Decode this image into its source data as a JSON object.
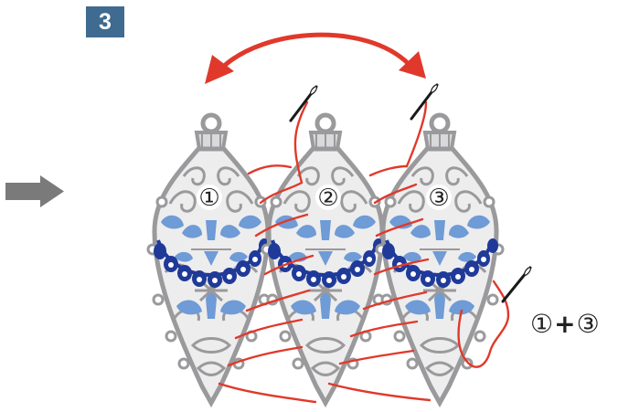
{
  "step": {
    "number": "3"
  },
  "ornaments": [
    {
      "label": "①"
    },
    {
      "label": "②"
    },
    {
      "label": "③"
    }
  ],
  "formula": {
    "left": "①",
    "operator": "+",
    "right": "③"
  },
  "colors": {
    "badge": "#3e6b8f",
    "thread": "#e0392b",
    "ornament_frame": "#9a9a9c",
    "ornament_fill": "#d9d9db",
    "light_blue": "#6f9bd6",
    "dark_blue": "#1f3a99",
    "arrow_gray": "#7a7a7a",
    "needle": "#1a1a1a"
  },
  "icons": {
    "step_arrow": "right-arrow-icon",
    "swap_arrow": "double-headed-curved-arrow-icon",
    "needle": "sewing-needle-icon"
  }
}
